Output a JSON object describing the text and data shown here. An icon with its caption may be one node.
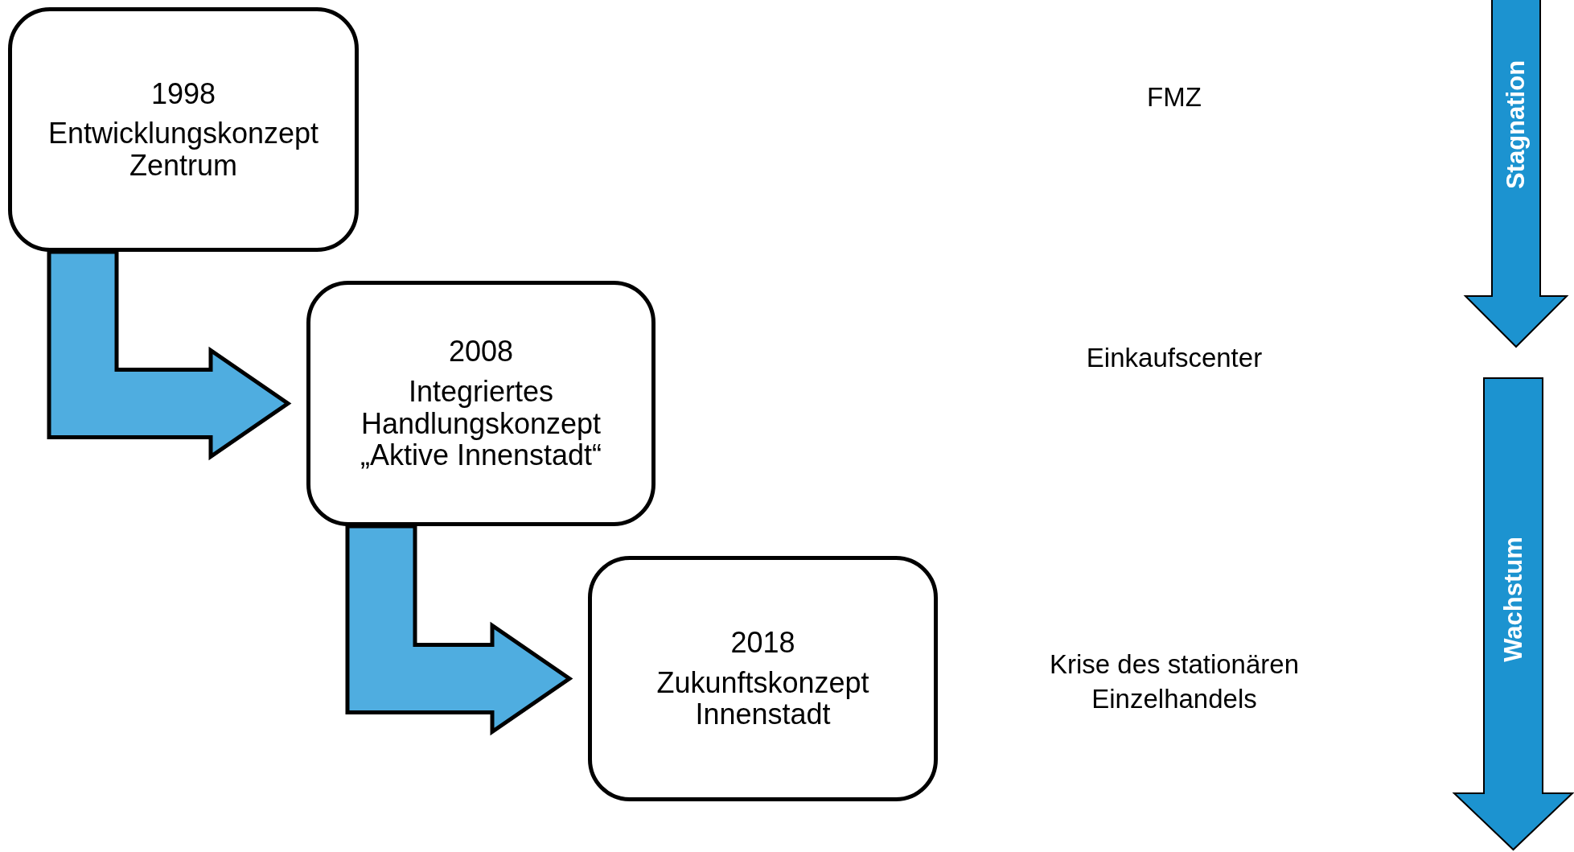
{
  "diagram": {
    "nodes": [
      {
        "text": [
          "1998",
          "Entwicklungskonzept Zentrum"
        ]
      },
      {
        "text": [
          "2008",
          "Integriertes Handlungskonzept „Aktive Innenstadt“"
        ]
      },
      {
        "text": [
          "2018",
          "Zukunftskonzept Innenstadt"
        ]
      }
    ],
    "edges": [
      {
        "from": 0,
        "to": 1,
        "arrow": "to",
        "style": "thick",
        "color": "#4fade0"
      },
      {
        "from": 1,
        "to": 2,
        "arrow": "to",
        "style": "thick",
        "color": "#4fade0"
      }
    ],
    "labels": [
      "FMZ",
      "Stagnation",
      "Einkaufscenter",
      "Krise des stationären Einzelhandels",
      "Wachstum"
    ]
  }
}
